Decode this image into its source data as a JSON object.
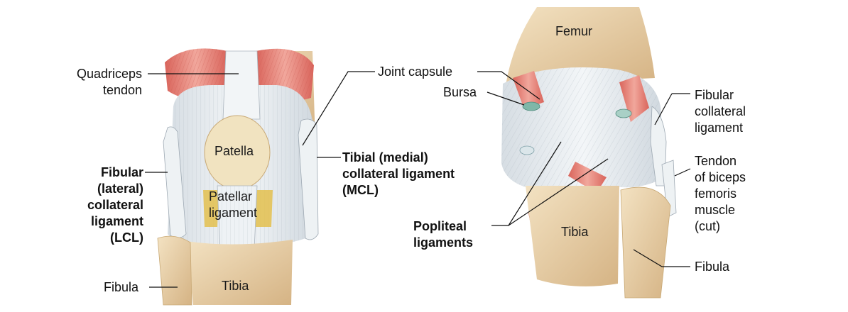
{
  "labels": {
    "quadriceps_tendon": [
      "Quadriceps",
      "tendon"
    ],
    "patella": "Patella",
    "patellar_ligament": [
      "Patellar",
      "ligament"
    ],
    "fibular_lateral": [
      "Fibular",
      "(lateral)",
      "collateral",
      "ligament",
      "(LCL)"
    ],
    "fibula_left": "Fibula",
    "tibia_left": "Tibia",
    "tibial_medial": [
      "Tibial (medial)",
      "collateral ligament",
      "(MCL)"
    ],
    "joint_capsule": "Joint capsule",
    "bursa": "Bursa",
    "femur": "Femur",
    "fibular_collateral": [
      "Fibular",
      "collateral",
      "ligament"
    ],
    "tendon_biceps": [
      "Tendon",
      "of biceps",
      "femoris",
      "muscle",
      "(cut)"
    ],
    "popliteal": [
      "Popliteal",
      "ligaments"
    ],
    "tibia_right": "Tibia",
    "fibula_right": "Fibula"
  },
  "colors": {
    "bone": "#ecd7b2",
    "bone_shade": "#cfae7e",
    "ligament": "#e7ecef",
    "ligament_line": "#aab4bd",
    "muscle": "#e1786e",
    "muscle_light": "#f0aaa0",
    "fat": "#e3c04e",
    "leader": "#111111"
  }
}
